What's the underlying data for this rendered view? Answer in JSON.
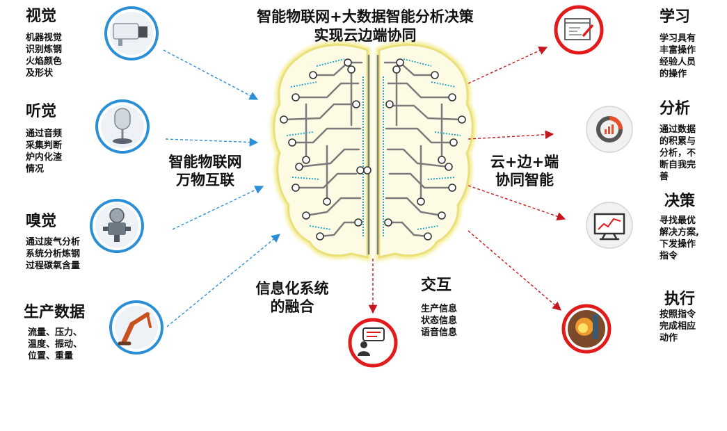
{
  "header": {
    "line1": "智能物联网+大数据智能分析决策",
    "line2": "实现云边端协同"
  },
  "center_labels": {
    "iot": "智能物联网\n万物互联",
    "cloud": "云+边+端\n协同智能",
    "fusion": "信息化系统\n的融合"
  },
  "left_nodes": [
    {
      "title": "视觉",
      "desc": "机器视觉\n识别炼钢\n火焰颜色\n及形状",
      "icon": "camera-icon"
    },
    {
      "title": "听觉",
      "desc": "通过音频\n采集判断\n炉内化渣\n情况",
      "icon": "microphone-icon"
    },
    {
      "title": "嗅觉",
      "desc": "通过废气分析\n系统分析炼钢\n过程碳氧含量",
      "icon": "gas-sensor-icon"
    },
    {
      "title": "生产数据",
      "desc": "流量、压力、\n温度、振动、\n位置、重量",
      "icon": "robot-arm-icon"
    }
  ],
  "right_nodes": [
    {
      "title": "学习",
      "desc": "学习具有\n丰富操作\n经验人员\n的操作",
      "icon": "document-edit-icon"
    },
    {
      "title": "分析",
      "desc": "通过数据\n的积累与\n分析，不\n断自我完\n善",
      "icon": "donut-chart-icon"
    },
    {
      "title": "决策",
      "desc": "寻找最优\n解决方案,\n下发操作\n指令",
      "icon": "line-chart-monitor-icon"
    },
    {
      "title": "执行",
      "desc": "按照指令\n完成相应\n动作",
      "icon": "furnace-icon"
    }
  ],
  "bottom_node": {
    "title": "交互",
    "desc": "生产信息\n状态信息\n语音信息",
    "icon": "chat-user-icon"
  },
  "colors": {
    "input_ring": "#2a8fd6",
    "output_ring": "#e11b1b",
    "input_arrow": "#2a8fd6",
    "output_arrow": "#c4161c",
    "brain_glow": "#f4ee9c",
    "brain_circuit": "#7a7a7a",
    "binary_text": "#2aa6c8"
  }
}
